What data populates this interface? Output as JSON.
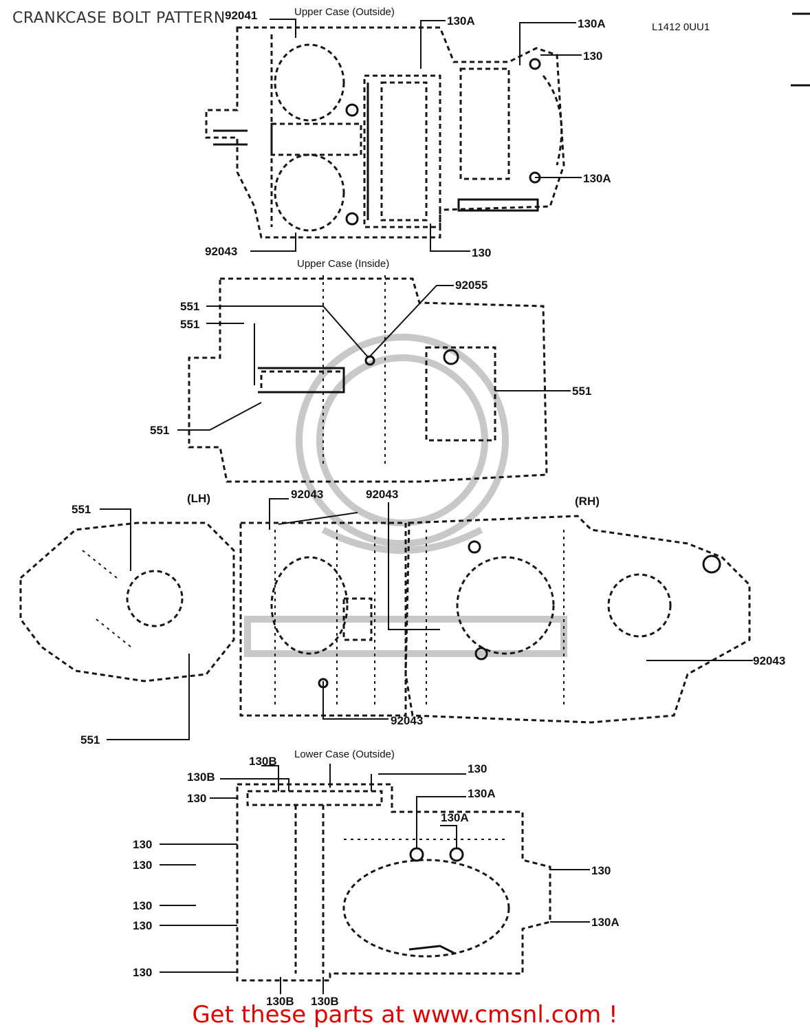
{
  "page": {
    "title": "CRANKCASE BOLT PATTERN",
    "drawing_ref": "L1412 0UU1",
    "footer": "Get these parts at www.cmsnl.com !"
  },
  "views": {
    "upper_outside": {
      "caption": "Upper Case (Outside)",
      "labels": [
        "92041",
        "130A",
        "130A",
        "130",
        "130A",
        "92043",
        "130"
      ]
    },
    "upper_inside": {
      "caption": "Upper Case (Inside)",
      "labels": [
        "92055",
        "551",
        "551",
        "551",
        "551"
      ]
    },
    "side_views": {
      "lh_caption": "(LH)",
      "rh_caption": "(RH)",
      "labels": [
        "551",
        "92043",
        "92043",
        "92043",
        "92043",
        "551"
      ]
    },
    "lower_outside": {
      "caption": "Lower Case (Outside)",
      "labels": [
        "130B",
        "130B",
        "130",
        "130",
        "130A",
        "130A",
        "130",
        "130",
        "130",
        "130",
        "130",
        "130",
        "130A",
        "130B",
        "130B"
      ]
    }
  }
}
